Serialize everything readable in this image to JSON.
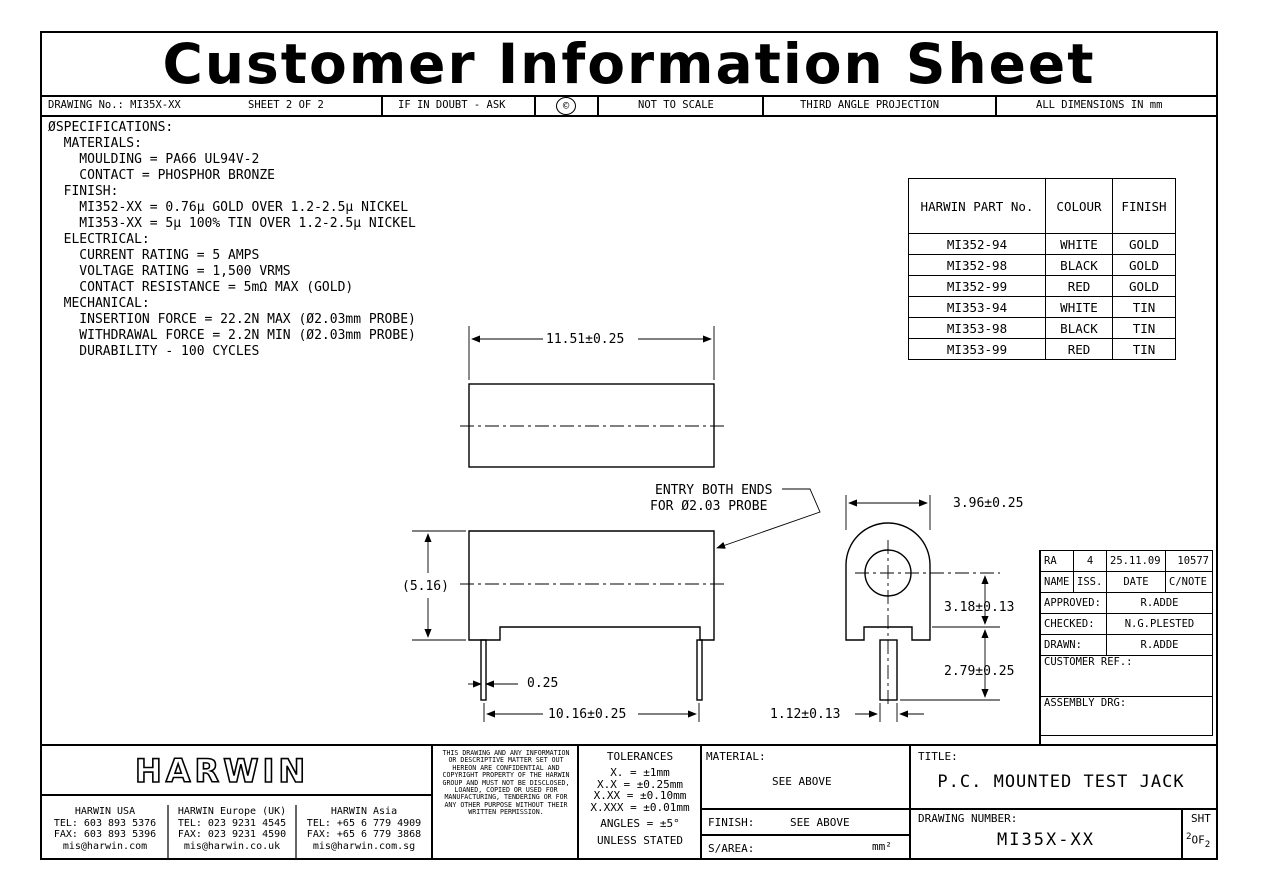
{
  "title": "Customer Information Sheet",
  "header": {
    "drawing_no": "DRAWING No.:  MI35X-XX",
    "sheet": "SHEET 2 OF 2",
    "doubt": "IF IN DOUBT - ASK",
    "copyright": "©",
    "scale": "NOT TO SCALE",
    "projection": "THIRD ANGLE PROJECTION",
    "dimensions": "ALL DIMENSIONS IN mm"
  },
  "specifications": {
    "heading": "ØSPECIFICATIONS:",
    "lines": [
      "  MATERIALS:",
      "    MOULDING = PA66 UL94V-2",
      "    CONTACT = PHOSPHOR BRONZE",
      "  FINISH:",
      "    MI352-XX = 0.76µ GOLD OVER 1.2-2.5µ NICKEL",
      "    MI353-XX = 5µ 100% TIN OVER 1.2-2.5µ NICKEL",
      "  ELECTRICAL:",
      "    CURRENT RATING = 5 AMPS",
      "    VOLTAGE RATING = 1,500 VRMS",
      "    CONTACT RESISTANCE = 5mΩ MAX (GOLD)",
      "  MECHANICAL:",
      "    INSERTION FORCE = 22.2N MAX (Ø2.03mm PROBE)",
      "    WITHDRAWAL FORCE = 2.2N MIN (Ø2.03mm PROBE)",
      "    DURABILITY - 100 CYCLES"
    ]
  },
  "parts_table": {
    "headers": [
      "HARWIN PART No.",
      "COLOUR",
      "FINISH"
    ],
    "rows": [
      [
        "MI352-94",
        "WHITE",
        "GOLD"
      ],
      [
        "MI352-98",
        "BLACK",
        "GOLD"
      ],
      [
        "MI352-99",
        "RED",
        "GOLD"
      ],
      [
        "MI353-94",
        "WHITE",
        "TIN"
      ],
      [
        "MI353-98",
        "BLACK",
        "TIN"
      ],
      [
        "MI353-99",
        "RED",
        "TIN"
      ]
    ]
  },
  "dims": {
    "length": "11.51±0.25",
    "entry_note_1": "ENTRY BOTH ENDS",
    "entry_note_2": "FOR Ø2.03 PROBE",
    "height": "(5.16)",
    "pin_width": "0.25",
    "pitch": "10.16±0.25",
    "side_width": "3.96±0.25",
    "hole_height": "3.18±0.13",
    "pin_length": "2.79±0.25",
    "pin_dia": "1.12±0.13"
  },
  "revision": {
    "row": [
      "RA",
      "4",
      "25.11.09",
      "10577"
    ],
    "headers": [
      "NAME",
      "ISS.",
      "DATE",
      "C/NOTE"
    ],
    "approved_label": "APPROVED:",
    "approved": "R.ADDE",
    "checked_label": "CHECKED:",
    "checked": "N.G.PLESTED",
    "drawn_label": "DRAWN:",
    "drawn": "R.ADDE",
    "customer_ref": "CUSTOMER REF.:",
    "assembly_drg": "ASSEMBLY DRG:"
  },
  "title_block": {
    "logo": "HARWIN",
    "offices": [
      {
        "name": "HARWIN USA",
        "tel": "TEL: 603 893 5376",
        "fax": "FAX: 603 893 5396",
        "email": "mis@harwin.com"
      },
      {
        "name": "HARWIN Europe (UK)",
        "tel": "TEL: 023 9231 4545",
        "fax": "FAX: 023 9231 4590",
        "email": "mis@harwin.co.uk"
      },
      {
        "name": "HARWIN Asia",
        "tel": "TEL: +65 6 779 4909",
        "fax": "FAX: +65 6 779 3868",
        "email": "mis@harwin.com.sg"
      }
    ],
    "notice": "THIS DRAWING AND ANY INFORMATION OR DESCRIPTIVE MATTER SET OUT HEREON ARE CONFIDENTIAL AND COPYRIGHT PROPERTY OF THE HARWIN GROUP AND MUST NOT BE DISCLOSED, LOANED, COPIED OR USED FOR MANUFACTURING, TENDERING OR FOR ANY OTHER PURPOSE WITHOUT THEIR WRITTEN PERMISSION.",
    "tolerances_title": "TOLERANCES",
    "tol_lines": [
      "X. = ±1mm",
      "X.X = ±0.25mm",
      "X.XX = ±0.10mm",
      "X.XXX = ±0.01mm"
    ],
    "angles": "ANGLES = ±5°",
    "unless": "UNLESS STATED",
    "material_label": "MATERIAL:",
    "material": "SEE ABOVE",
    "finish_label": "FINISH:",
    "finish": "SEE ABOVE",
    "sarea_label": "S/AREA:",
    "sarea_unit": "mm²",
    "title_label": "TITLE:",
    "title": "P.C. MOUNTED TEST JACK",
    "drawing_number_label": "DRAWING NUMBER:",
    "drawing_number": "MI35X-XX",
    "sht_label": "SHT",
    "sht_num": "2",
    "sht_of": "OF",
    "sht_total": "2"
  }
}
